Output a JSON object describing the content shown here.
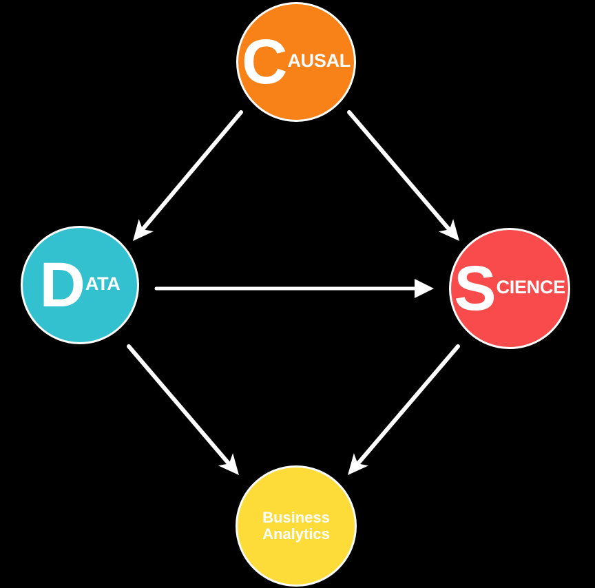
{
  "background_color": "#000000",
  "arrow_color": "#FFFFFF",
  "node_border_color": "#FFFFFF",
  "text_color": "#FFFFFF",
  "nodes": {
    "causal": {
      "initial": "C",
      "rest": "AUSAL",
      "label": "CAUSAL",
      "color": "#F98218"
    },
    "data": {
      "initial": "D",
      "rest": "ATA",
      "label": "DATA",
      "color": "#33C1CF"
    },
    "science": {
      "initial": "S",
      "rest": "CIENCE",
      "label": "SCIENCE",
      "color": "#F94B4B"
    },
    "business": {
      "line1": "Business",
      "line2": "Analytics",
      "label": "Business Analytics",
      "color": "#FDDC3A"
    }
  },
  "edges": [
    {
      "from": "causal",
      "to": "data"
    },
    {
      "from": "causal",
      "to": "science"
    },
    {
      "from": "data",
      "to": "science"
    },
    {
      "from": "data",
      "to": "business"
    },
    {
      "from": "science",
      "to": "business"
    }
  ]
}
